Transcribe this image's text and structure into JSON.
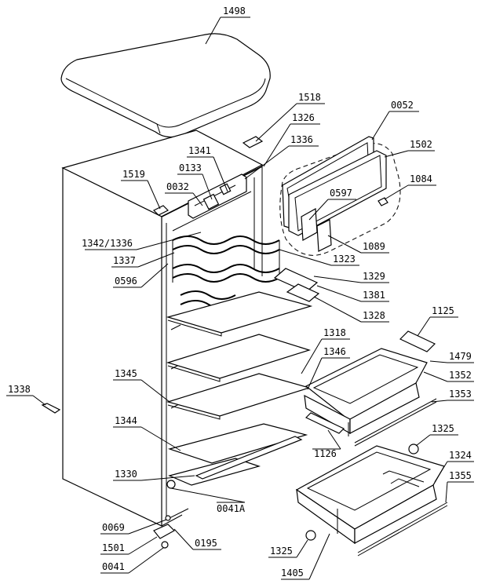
{
  "labels": [
    {
      "id": "p1498",
      "text": "1498"
    },
    {
      "id": "p1518",
      "text": "1518"
    },
    {
      "id": "p0052",
      "text": "0052"
    },
    {
      "id": "p1326",
      "text": "1326"
    },
    {
      "id": "p1502",
      "text": "1502"
    },
    {
      "id": "p1341",
      "text": "1341"
    },
    {
      "id": "p1336",
      "text": "1336"
    },
    {
      "id": "p0133",
      "text": "0133"
    },
    {
      "id": "p1519",
      "text": "1519"
    },
    {
      "id": "p0032",
      "text": "0032"
    },
    {
      "id": "p1084",
      "text": "1084"
    },
    {
      "id": "p0597",
      "text": "0597"
    },
    {
      "id": "p1342_1336",
      "text": "1342/1336"
    },
    {
      "id": "p1337",
      "text": "1337"
    },
    {
      "id": "p1089",
      "text": "1089"
    },
    {
      "id": "p1323",
      "text": "1323"
    },
    {
      "id": "p0596",
      "text": "0596"
    },
    {
      "id": "p1329",
      "text": "1329"
    },
    {
      "id": "p1381",
      "text": "1381"
    },
    {
      "id": "p1328",
      "text": "1328"
    },
    {
      "id": "p1125",
      "text": "1125"
    },
    {
      "id": "p1318",
      "text": "1318"
    },
    {
      "id": "p1346",
      "text": "1346"
    },
    {
      "id": "p1479",
      "text": "1479"
    },
    {
      "id": "p1345",
      "text": "1345"
    },
    {
      "id": "p1352",
      "text": "1352"
    },
    {
      "id": "p1338",
      "text": "1338"
    },
    {
      "id": "p1353",
      "text": "1353"
    },
    {
      "id": "p1344",
      "text": "1344"
    },
    {
      "id": "p1126",
      "text": "1126"
    },
    {
      "id": "p1325a",
      "text": "1325"
    },
    {
      "id": "p1324",
      "text": "1324"
    },
    {
      "id": "p1330",
      "text": "1330"
    },
    {
      "id": "p1355",
      "text": "1355"
    },
    {
      "id": "p0041A",
      "text": "0041A"
    },
    {
      "id": "p0069",
      "text": "0069"
    },
    {
      "id": "p1501",
      "text": "1501"
    },
    {
      "id": "p0195",
      "text": "0195"
    },
    {
      "id": "p1325b",
      "text": "1325"
    },
    {
      "id": "p0041",
      "text": "0041"
    },
    {
      "id": "p1405",
      "text": "1405"
    }
  ]
}
